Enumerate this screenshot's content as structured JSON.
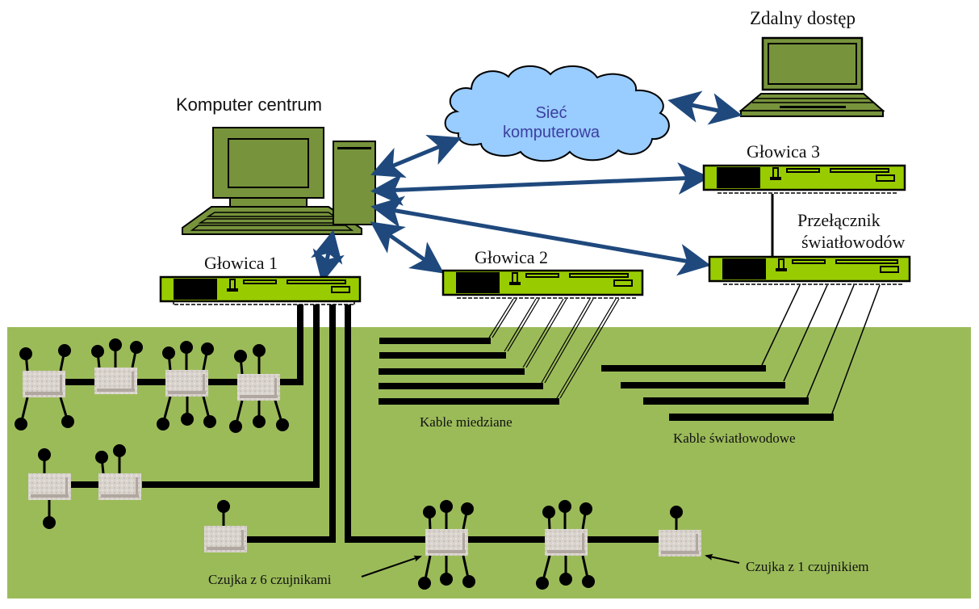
{
  "colors": {
    "ground": "#9bbb59",
    "device_green": "#77933c",
    "headend_green": "#99cc00",
    "cloud_fill": "#99ccff",
    "cloud_text": "#3b3fa0",
    "arrow_blue": "#1f497d",
    "sensor_box": "#d8d2cc",
    "cable": "#000000"
  },
  "labels": {
    "central_computer": "Komputer centrum",
    "network_line1": "Sieć",
    "network_line2": "komputerowa",
    "remote_access": "Zdalny dostęp",
    "headend_1": "Głowica 1",
    "headend_2": "Głowica 2",
    "headend_3": "Głowica 3",
    "fiber_switch_line1": "Przełącznik",
    "fiber_switch_line2": "światłowodów",
    "copper_cables": "Kable miedziane",
    "fiber_cables": "Kable światłowodowe",
    "detector_6": "Czujka z 6 czujnikami",
    "detector_1": "Czujka z 1 czujnikiem"
  },
  "icons": {
    "central_computer": "desktop-computer-icon",
    "remote": "laptop-icon",
    "network": "cloud-icon",
    "headend": "rack-device-icon",
    "detector": "sensor-module-icon"
  },
  "detector_groups": [
    {
      "name": "row-1",
      "detectors": [
        4,
        3,
        6,
        5
      ]
    },
    {
      "name": "row-2",
      "detectors": [
        2,
        2
      ]
    },
    {
      "name": "row-3",
      "detectors": [
        1
      ]
    },
    {
      "name": "row-4",
      "detectors": [
        6,
        6,
        1
      ]
    }
  ],
  "copper_cable_count": 5,
  "fiber_cable_count": 4
}
